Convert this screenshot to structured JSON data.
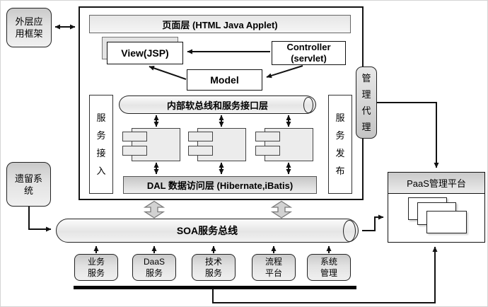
{
  "outer_frame": {
    "label": "外层应\n用框架"
  },
  "legacy": {
    "label": "遗留系\n统"
  },
  "main": {
    "page_layer": "页面层 (HTML Java Applet)",
    "view": "View(JSP)",
    "controller": "Controller\n(servlet)",
    "model": "Model",
    "inner_bus": "内部软总线和服务接口层",
    "service_access": "服\n务\n接\n入",
    "service_publish": "服\n务\n发\n布",
    "dal": "DAL 数据访问层 (Hibernate,iBatis)"
  },
  "agent": {
    "label": "管\n理\n代\n理"
  },
  "soa_bus": {
    "label": "SOA服务总线"
  },
  "paas": {
    "title": "PaaS管理平台"
  },
  "services": [
    {
      "label": "业务\n服务"
    },
    {
      "label": "DaaS\n服务"
    },
    {
      "label": "技术\n服务"
    },
    {
      "label": "流程\n平台"
    },
    {
      "label": "系统\n管理"
    }
  ],
  "colors": {
    "line": "#141414",
    "node_fill_top": "#c9c9c9",
    "node_fill_bottom": "#f0f0f0",
    "bar_fill": "#e8e8e8",
    "block_arrow_fill": "#d2d2d2"
  }
}
